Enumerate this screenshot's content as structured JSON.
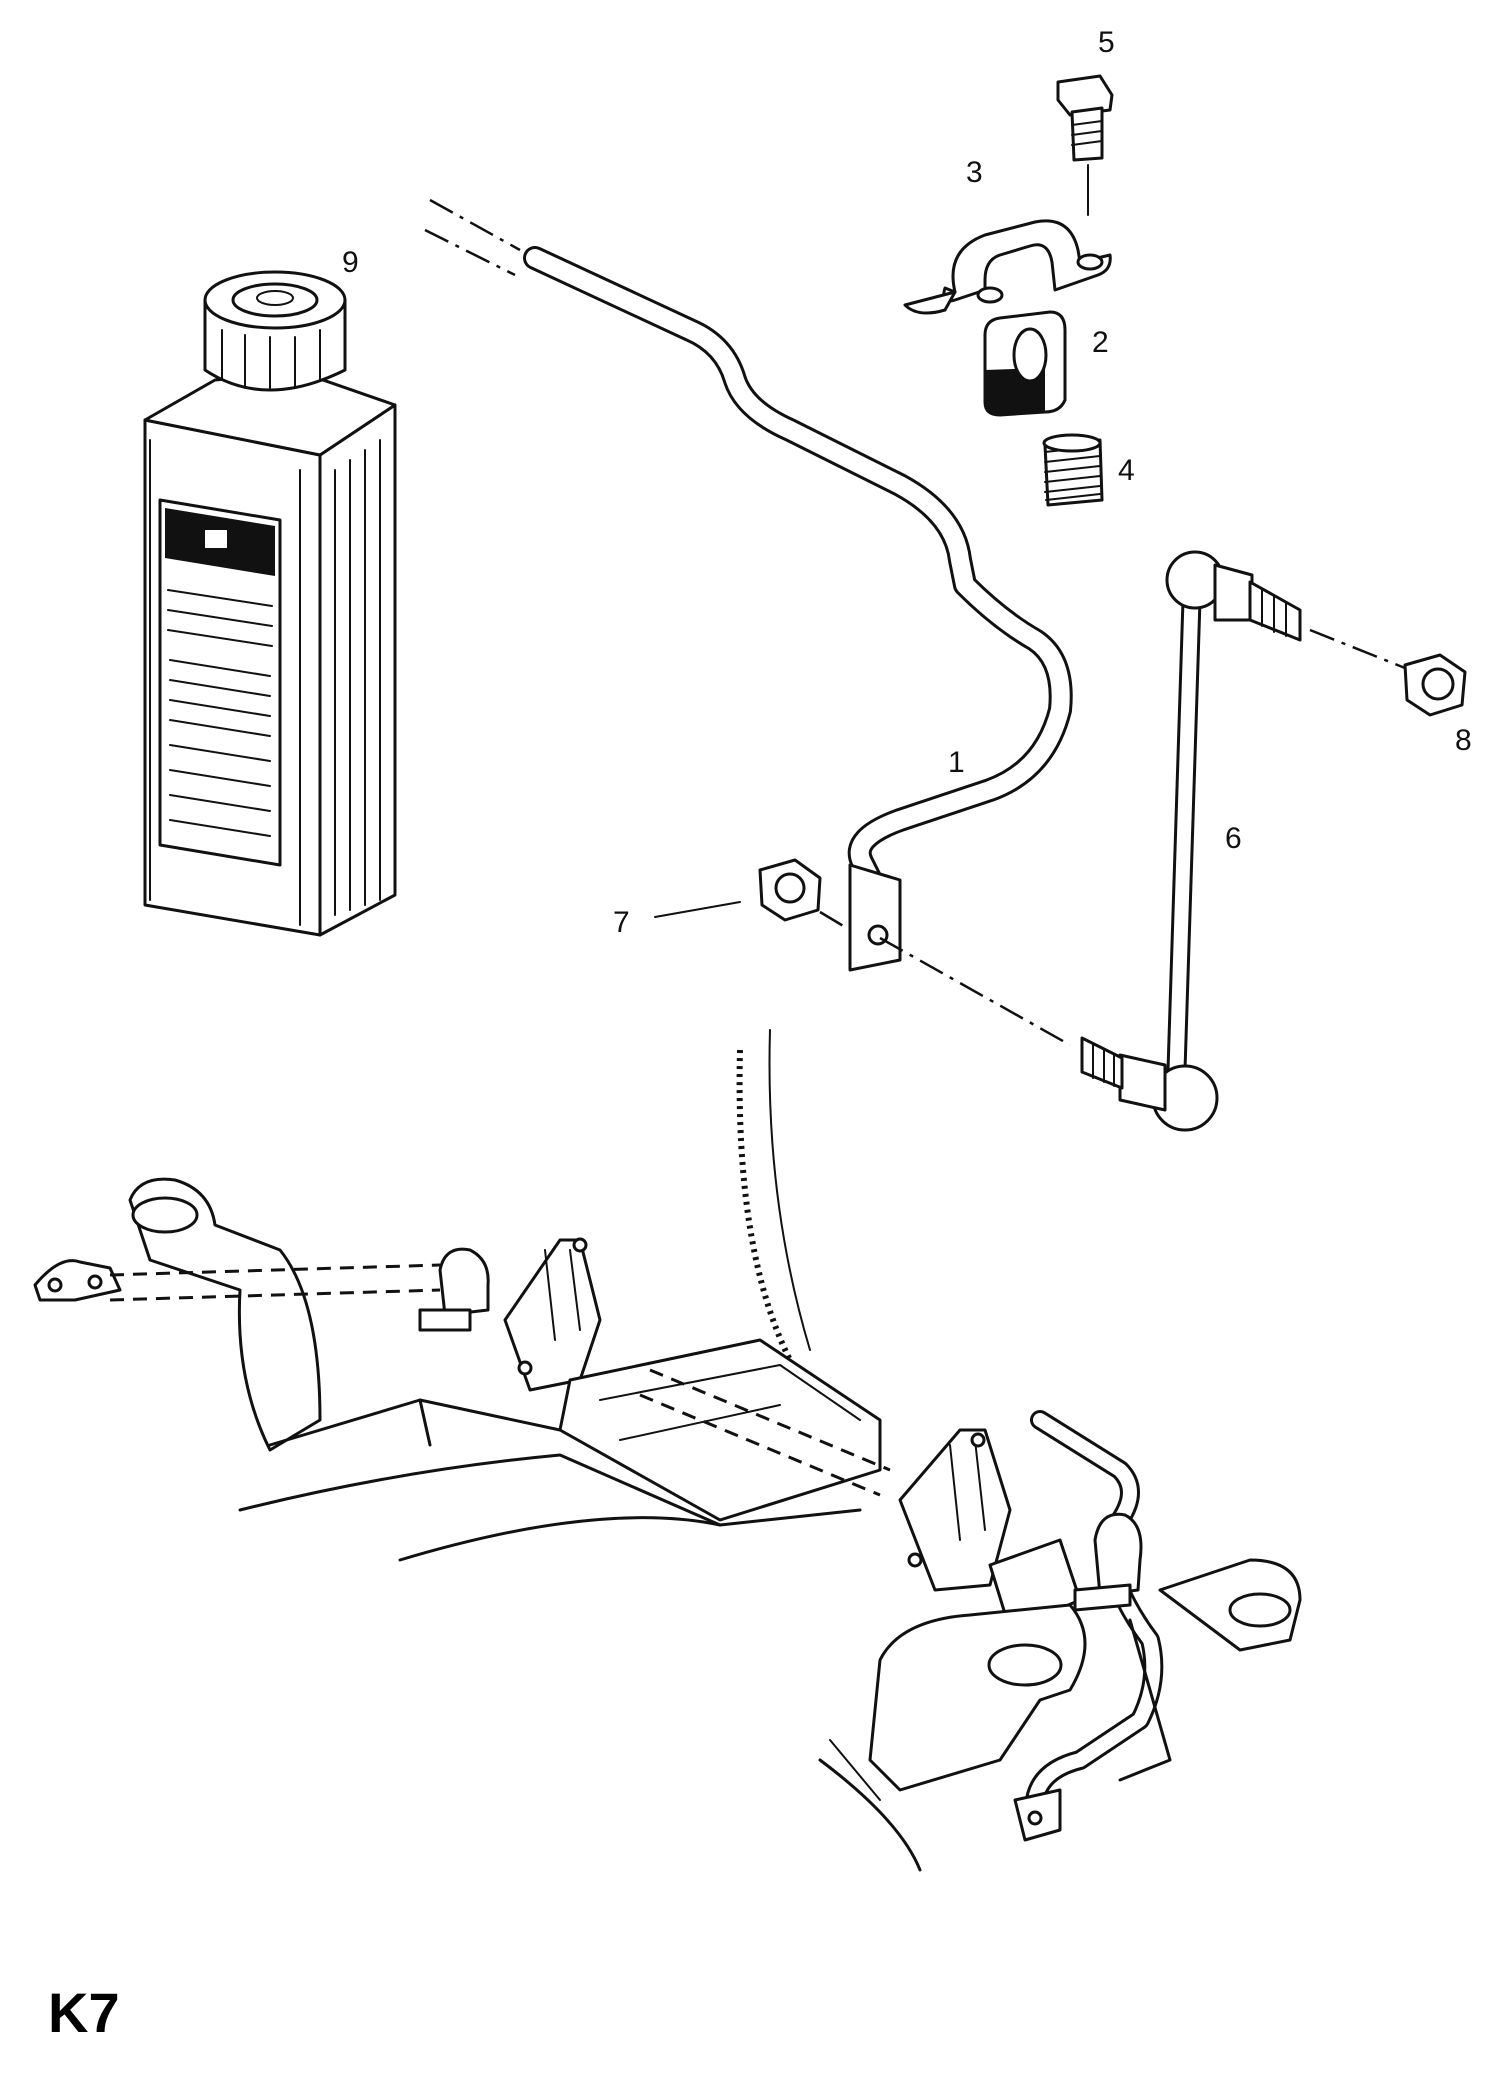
{
  "page_code": "K7",
  "callouts": [
    {
      "id": "1",
      "text": "1"
    },
    {
      "id": "2",
      "text": "2"
    },
    {
      "id": "3",
      "text": "3"
    },
    {
      "id": "4",
      "text": "4"
    },
    {
      "id": "5",
      "text": "5"
    },
    {
      "id": "6",
      "text": "6"
    },
    {
      "id": "7",
      "text": "7"
    },
    {
      "id": "8",
      "text": "8"
    },
    {
      "id": "9",
      "text": "9"
    }
  ]
}
